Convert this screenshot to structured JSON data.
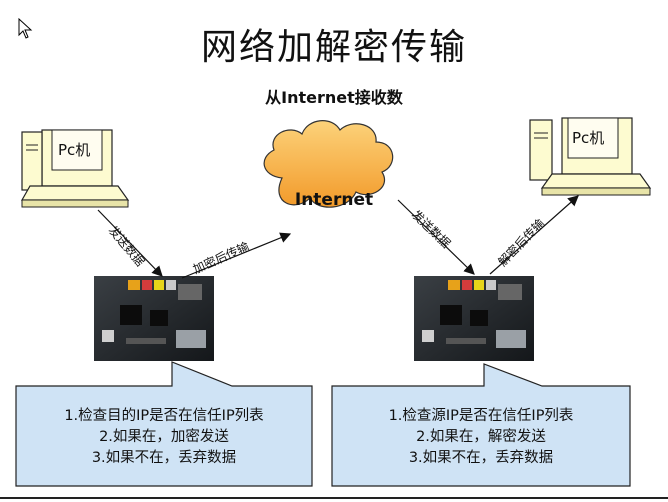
{
  "title": "网络加解密传输",
  "subtitle": "从Internet接收数",
  "cloud_label": "Internet",
  "left_pc": {
    "label": "Pc机"
  },
  "right_pc": {
    "label": "Pc机"
  },
  "arrows": {
    "left_down": "发送数据",
    "left_up": "加密后传输",
    "right_down": "发送数据",
    "right_up": "解密后传输"
  },
  "left_callout": {
    "lines": [
      "1.检查目的IP是否在信任IP列表",
      "2.如果在，加密发送",
      "3.如果不在，丢弃数据"
    ]
  },
  "right_callout": {
    "lines": [
      "1.检查源IP是否在信任IP列表",
      "2.如果在，解密发送",
      "3.如果不在，丢弃数据"
    ]
  },
  "colors": {
    "callout_fill": "#cfe3f5",
    "cloud_fill": "#f7b24a",
    "pc_fill": "#fdfbd0"
  }
}
